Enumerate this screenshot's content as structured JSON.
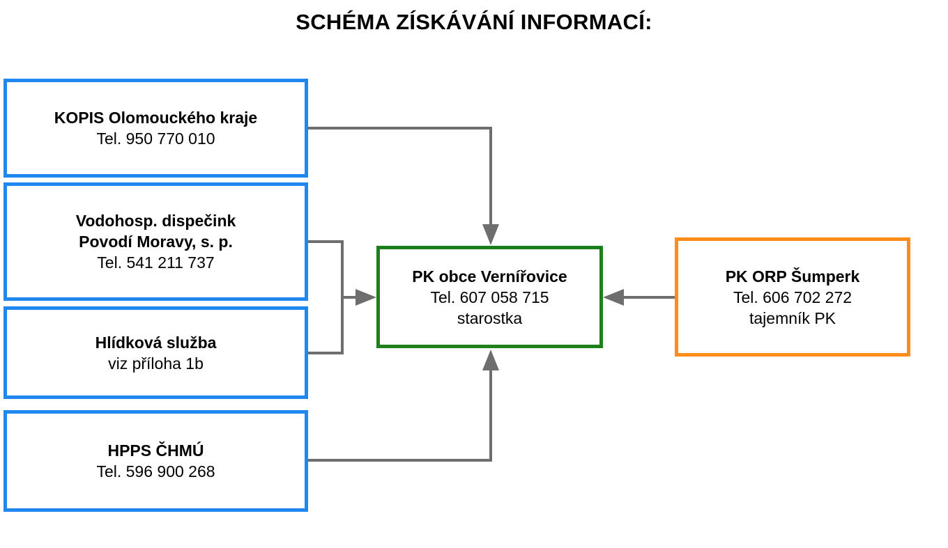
{
  "title": "SCHÉMA ZÍSKÁVÁNÍ INFORMACÍ:",
  "colors": {
    "source_border": "#1E88F0",
    "center_border": "#1B7F1B",
    "orp_border": "#FF8C1A",
    "connector": "#6E6E6E"
  },
  "sources": {
    "kopis": {
      "name": "KOPIS Olomouckého kraje",
      "phone": "Tel. 950 770 010"
    },
    "vodohosp": {
      "name_line1": "Vodohosp. dispečink",
      "name_line2": "Povodí Moravy, s. p.",
      "phone": "Tel. 541 211 737"
    },
    "hlidkova": {
      "name": "Hlídková služba",
      "note": "viz příloha 1b"
    },
    "hpps": {
      "name": "HPPS ČHMÚ",
      "phone": "Tel. 596 900 268"
    }
  },
  "center": {
    "name": "PK obce Vernířovice",
    "phone": "Tel. 607 058 715",
    "role": "starostka"
  },
  "orp": {
    "name": "PK ORP Šumperk",
    "phone": "Tel. 606 702 272",
    "role": "tajemník PK"
  }
}
